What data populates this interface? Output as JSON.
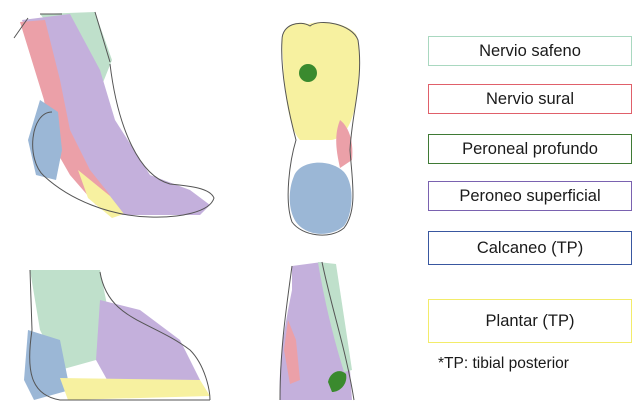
{
  "legend": [
    {
      "label": "Nervio safeno",
      "color": "#a9d8c0"
    },
    {
      "label": "Nervio sural",
      "color": "#e0606a"
    },
    {
      "label": "Peroneal profundo",
      "color": "#3f7a35"
    },
    {
      "label": "Peroneo superficial",
      "color": "#7a62b0"
    },
    {
      "label": "Calcaneo (TP)",
      "color": "#3957a0"
    },
    {
      "label": "Plantar (TP)",
      "color": "#f3ec6a"
    }
  ],
  "footnote": "*TP: tibial posterior",
  "region_colors": {
    "safeno": "#bfe0cb",
    "sural": "#eba0a8",
    "peroneal_profundo": "#3a8a2e",
    "peroneo_superficial": "#c4b0dc",
    "calcaneo": "#9bb7d6",
    "plantar": "#f7f1a0"
  }
}
